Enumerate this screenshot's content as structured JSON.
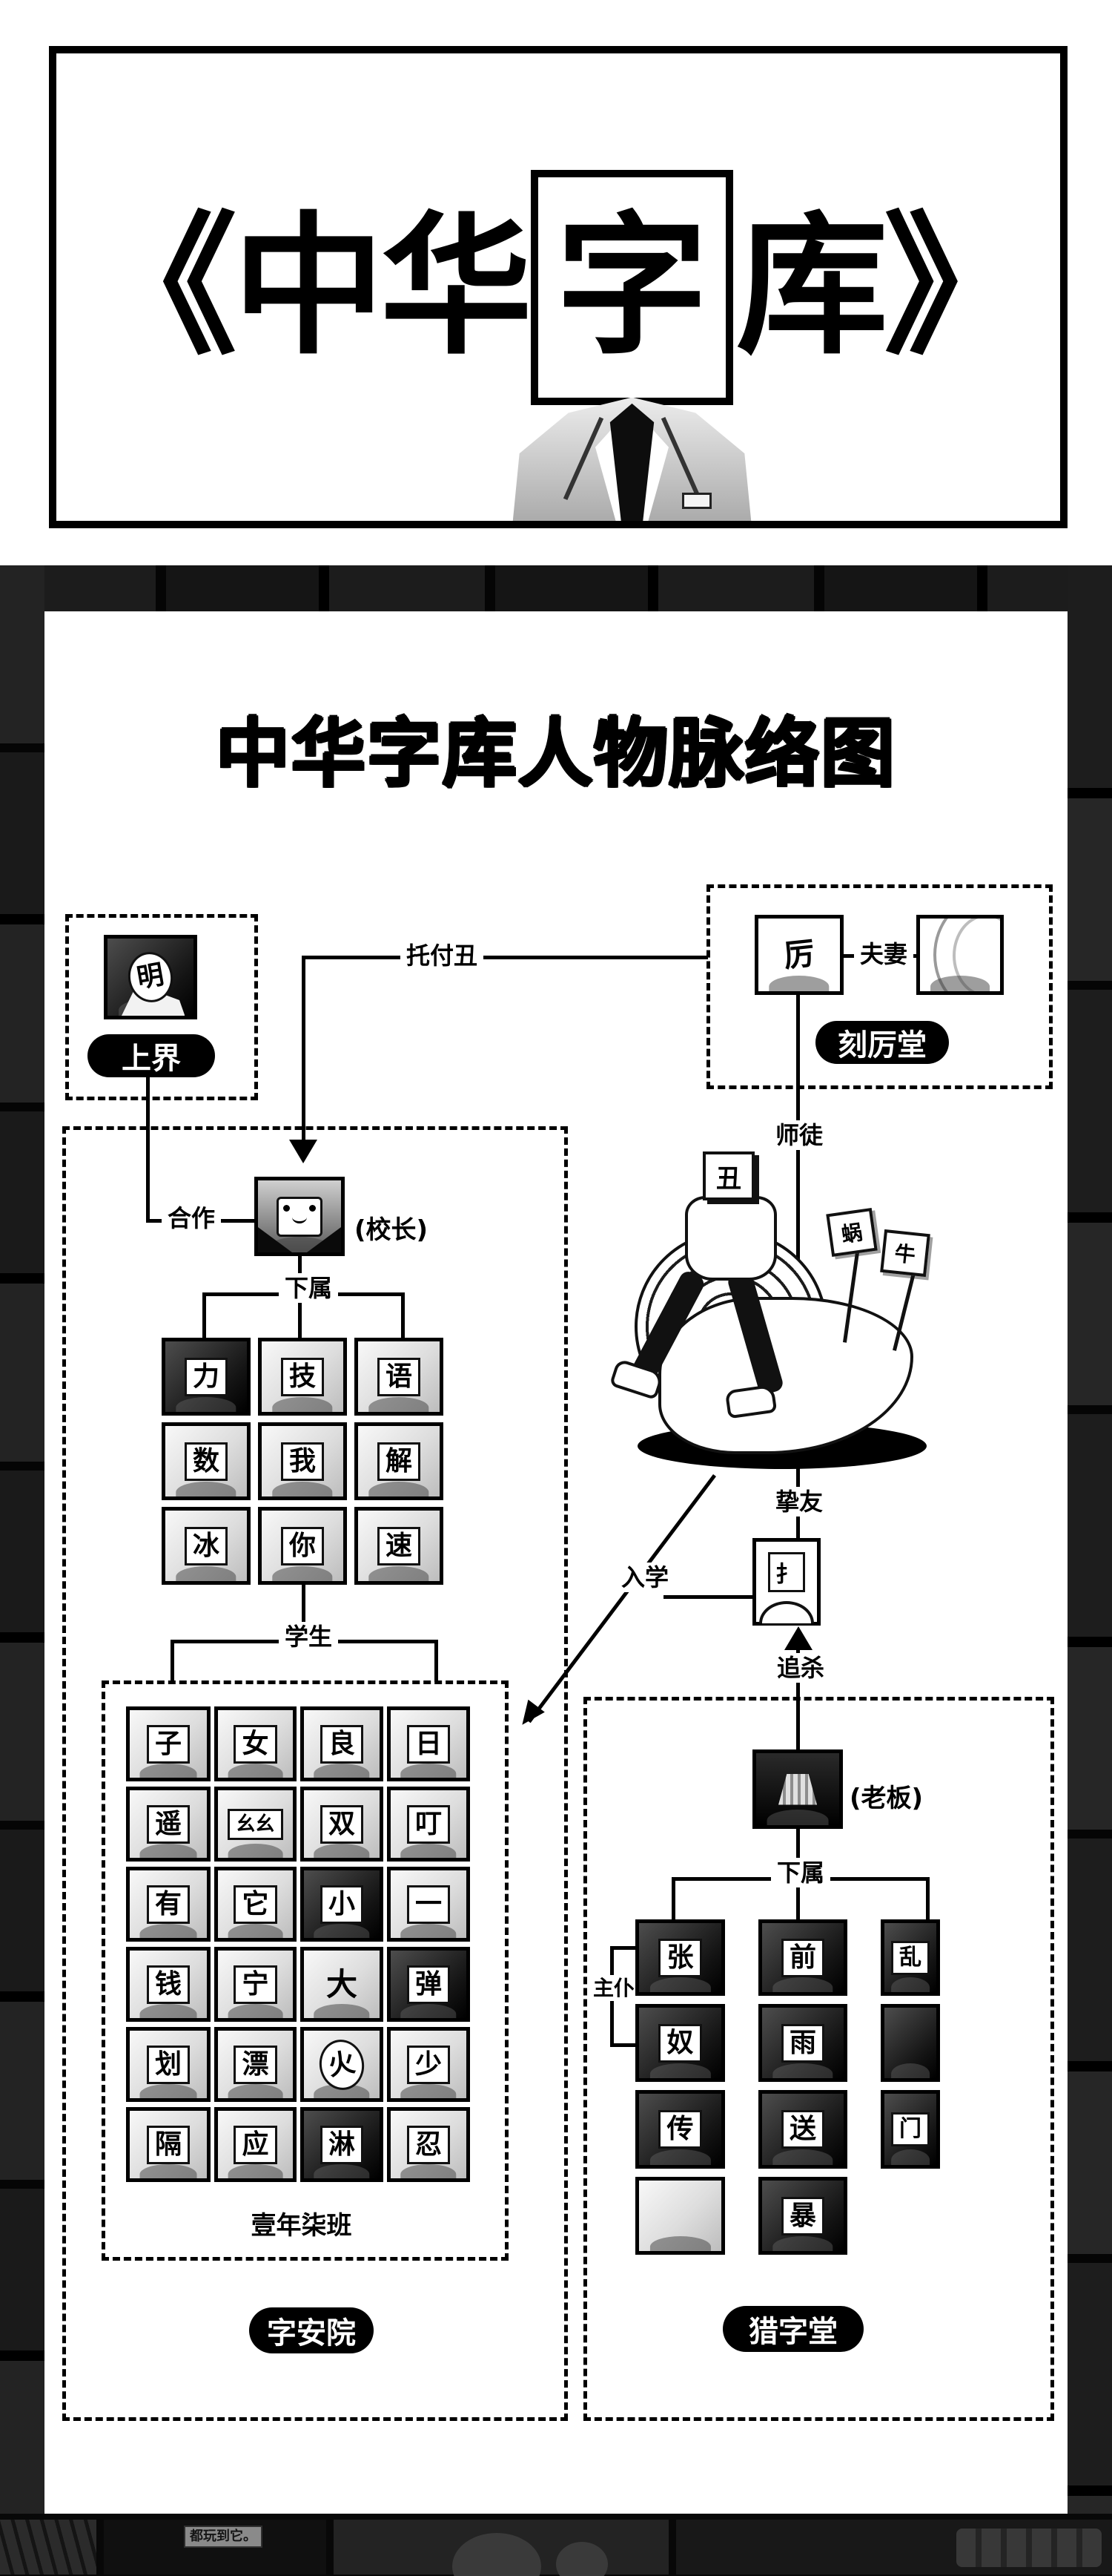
{
  "header": {
    "title_open": "《中华",
    "title_boxed": "字",
    "title_close": "库》"
  },
  "diagram_title": "中华字库人物脉络图",
  "pills": {
    "shangjie": "上界",
    "kelitang": "刻厉堂",
    "zianyuan": "字安院",
    "liezitang": "猎字堂"
  },
  "labels": {
    "tuofuchou": "托付丑",
    "fuqi": "夫妻",
    "shitu": "师徒",
    "hezuo": "合作",
    "xiaozhang": "(校长)",
    "xiashu_school": "下属",
    "xuesheng": "学生",
    "zhiyou": "挚友",
    "ruxue": "入学",
    "zhuisha": "追杀",
    "laoban": "(老板)",
    "xiashu_hunter": "下属",
    "zhupu": "主仆",
    "class_name": "壹年柒班"
  },
  "portraits": {
    "shangjie_head": "明",
    "keli_husband_head": "厉",
    "snail_rider_head": "丑",
    "snail_sign_1": "蜗",
    "snail_sign_2": "牛",
    "friend_head": "扌"
  },
  "grids": {
    "staff": [
      "力",
      "技",
      "语",
      "数",
      "我",
      "解",
      "冰",
      "你",
      "速"
    ],
    "class": [
      "子",
      "女",
      "良",
      "日",
      "遥",
      "幺幺",
      "双",
      "叮",
      "有",
      "它",
      "小",
      "一",
      "钱",
      "宁",
      "大",
      "弹",
      "划",
      "漂",
      "火",
      "少",
      "隔",
      "应",
      "淋",
      "忍"
    ],
    "hunter": [
      "张",
      "前",
      "乱",
      "奴",
      "雨",
      "",
      "传",
      "送",
      "门",
      "",
      "暴"
    ]
  },
  "background": {
    "speech": "都玩到它。"
  }
}
